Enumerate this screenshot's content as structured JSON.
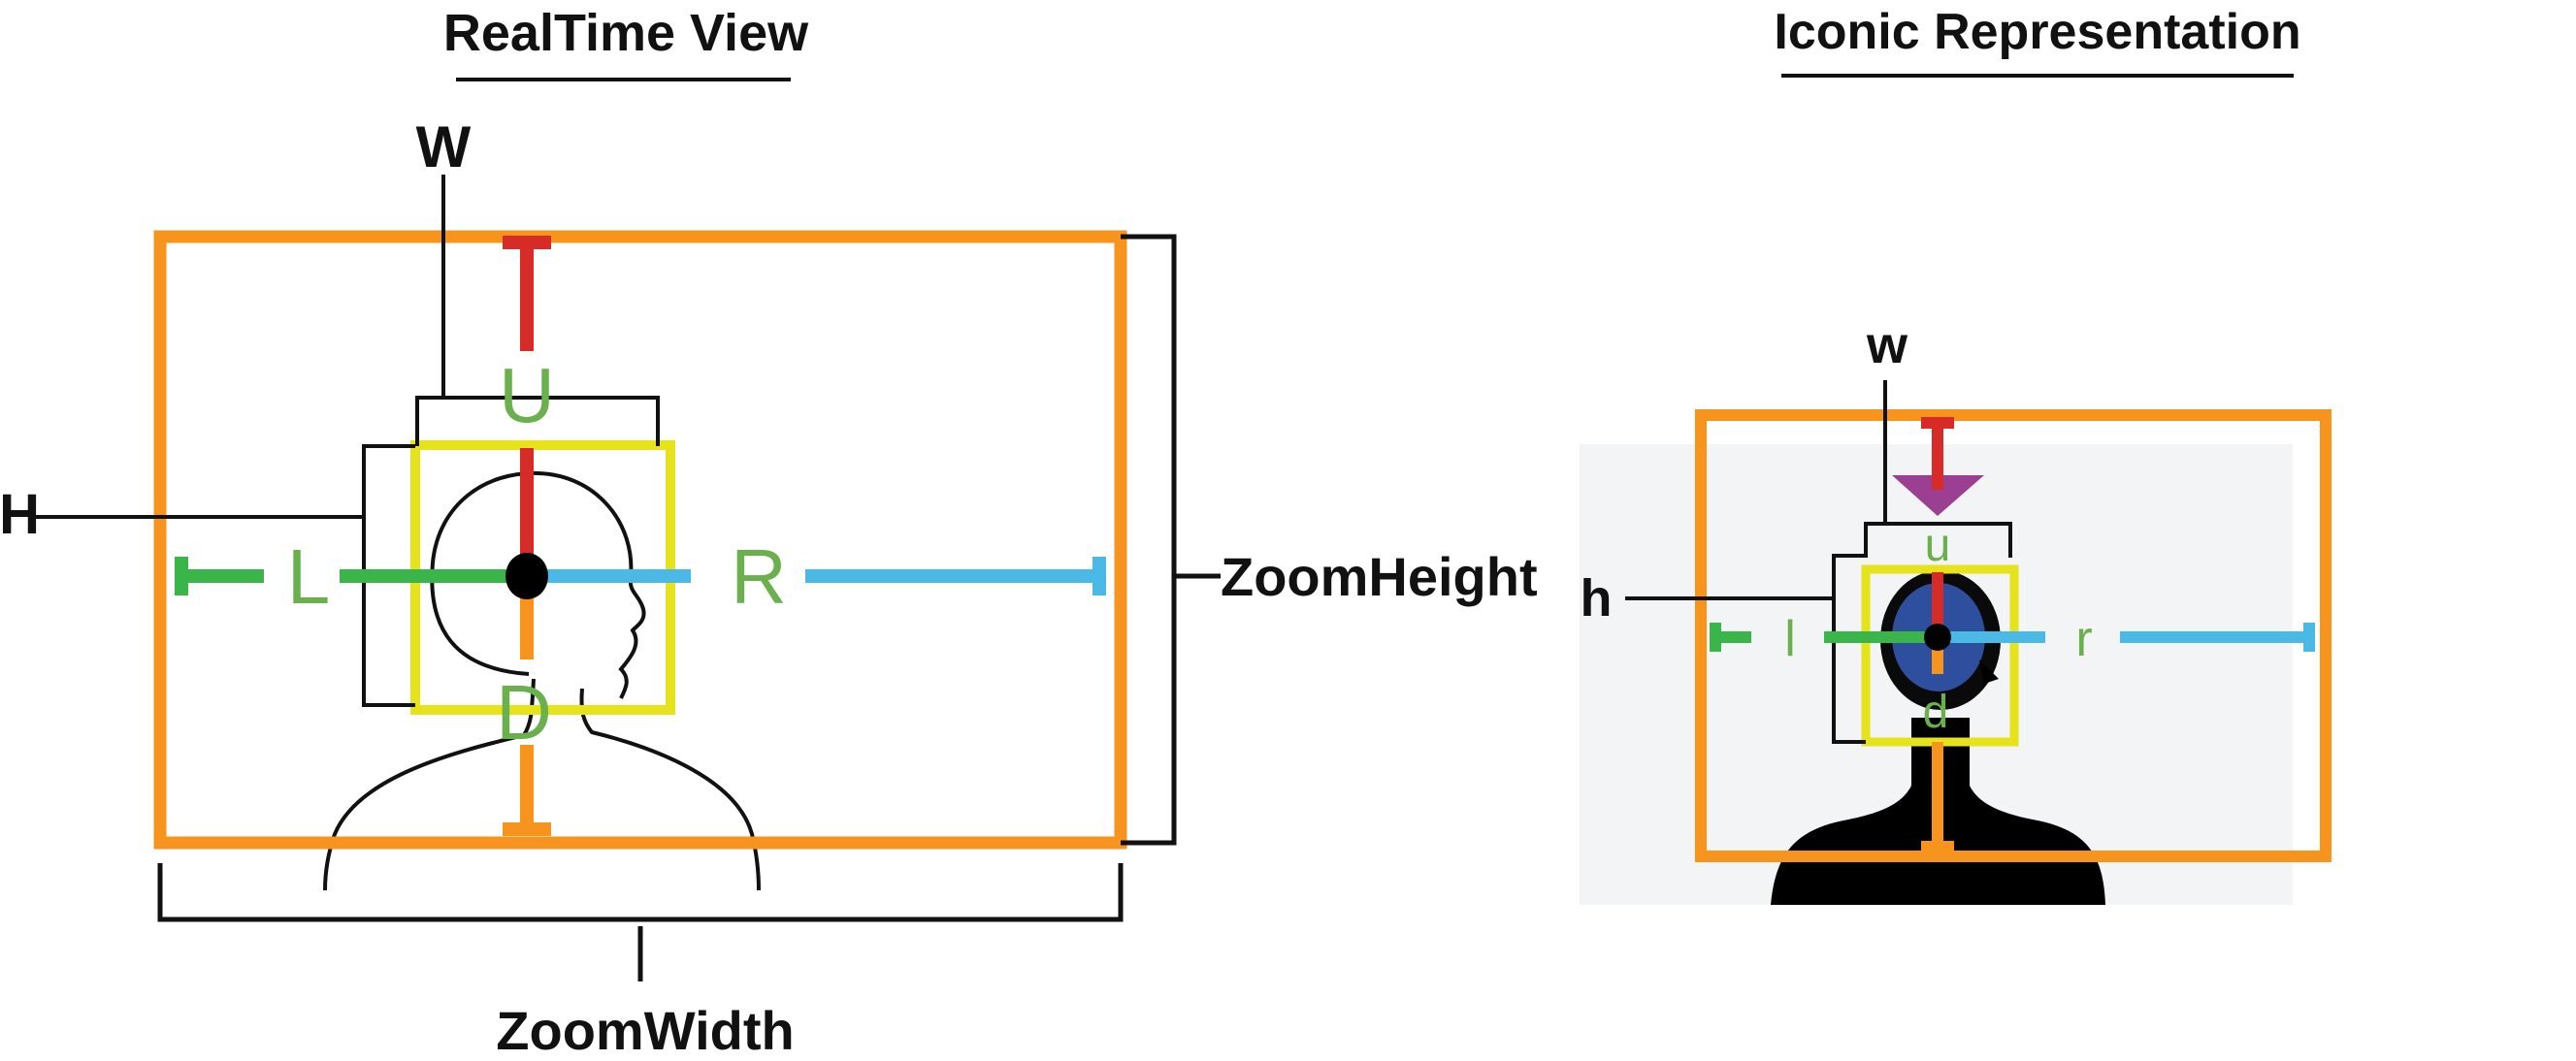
{
  "realtime": {
    "title": "RealTime View",
    "label_w": "W",
    "label_h": "H",
    "label_u": "U",
    "label_d": "D",
    "label_l": "L",
    "label_r": "R",
    "label_zoom_height": "ZoomHeight",
    "label_zoom_width": "ZoomWidth"
  },
  "iconic": {
    "title": "Iconic Representation",
    "label_w": "w",
    "label_h": "h",
    "label_u": "u",
    "label_d": "d",
    "label_l": "l",
    "label_r": "r"
  },
  "colors": {
    "zoom_box": "#f7941d",
    "face_box": "#e6e21c",
    "up": "#d62b27",
    "down": "#f7941d",
    "left": "#3ab54a",
    "right": "#4ab9e6",
    "label": "#6ab04c",
    "center": "#000000",
    "silhouette_bg": "#f3f4f6",
    "head_fill": "#2e4f9e",
    "arrow_purple": "#9b3f93"
  },
  "icons": {
    "realtime_figure": "head-outline-icon",
    "iconic_figure": "head-silhouette-icon",
    "iconic_arrow": "down-triangle-icon"
  }
}
